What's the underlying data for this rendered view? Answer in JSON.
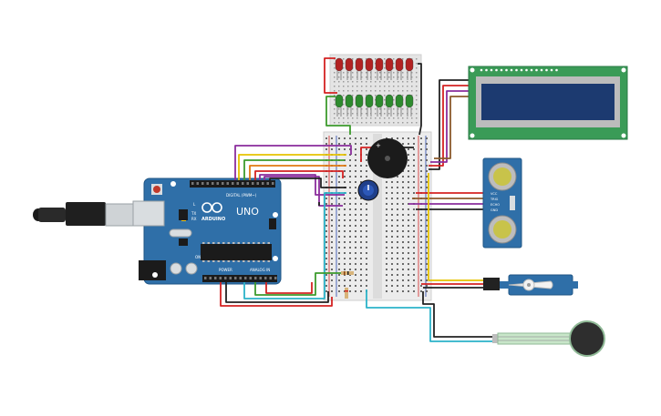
{
  "board": {
    "logo_text": "ARDUINO",
    "model": "UNO",
    "digital_label": "DIGITAL (PWM~)",
    "power_label": "POWER",
    "analog_label": "ANALOG IN",
    "tx_label": "TX",
    "rx_label": "RX",
    "l_label": "L",
    "on_label": "ON"
  },
  "led_bar": {
    "red_count": 8,
    "green_count": 8,
    "red_color": "#b22222",
    "green_color": "#2e8b2e"
  },
  "ultrasonic": {
    "pin_labels": [
      "VCC",
      "TRIG",
      "ECHO",
      "GND"
    ]
  },
  "lcd": {
    "screen_color": "#1c3a70",
    "pcb_color": "#3a9b57"
  },
  "colors": {
    "board_blue": "#2f6fa8",
    "wire_red": "#d42222",
    "wire_black": "#222222",
    "wire_purple": "#8a2d9c",
    "wire_yellow": "#e6c300",
    "wire_green": "#3d9b2d",
    "wire_orange": "#e07a10",
    "wire_cyan": "#2bb3c9",
    "wire_brown": "#8b5a2b"
  }
}
